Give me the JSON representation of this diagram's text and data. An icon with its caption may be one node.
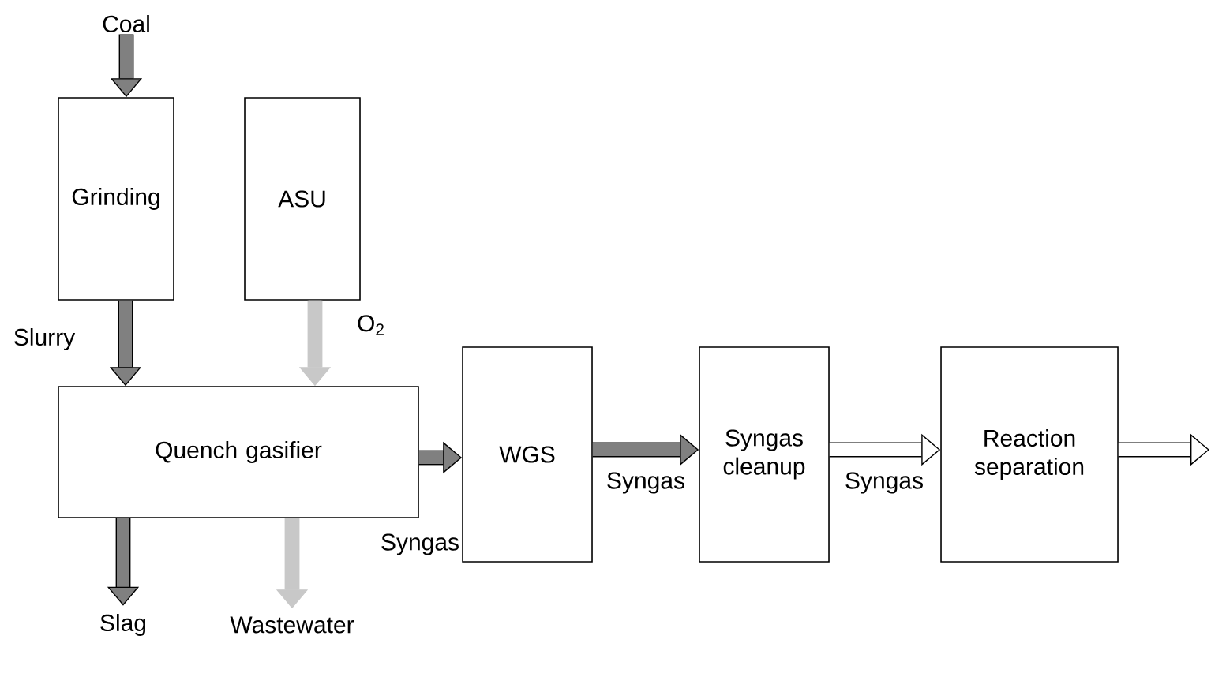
{
  "diagram": {
    "nodes": [
      {
        "text": [
          "Coal"
        ]
      },
      {
        "text": [
          "Grinding"
        ]
      },
      {
        "text": [
          "ASU"
        ]
      },
      {
        "text": [
          "Quench gasifier"
        ]
      },
      {
        "text": [
          "WGS"
        ]
      },
      {
        "text": [
          "Syngas cleanup"
        ]
      },
      {
        "text": [
          "Reaction separation"
        ]
      },
      {
        "text": [
          "Slag"
        ]
      },
      {
        "text": [
          "Wastewater"
        ]
      }
    ],
    "edges": [
      {
        "from": 0,
        "to": 1,
        "arrow": "to"
      },
      {
        "from": 1,
        "to": 3,
        "arrow": "to",
        "label": "Slurry"
      },
      {
        "from": 2,
        "to": 3,
        "arrow": "to",
        "label": "O$_{2}$",
        "color": "#c8c8c8"
      },
      {
        "from": 3,
        "to": 4,
        "arrow": "to",
        "label": "Syngas"
      },
      {
        "from": 4,
        "to": 5,
        "arrow": "to",
        "label": "Syngas"
      },
      {
        "from": 5,
        "to": 6,
        "arrow": "to",
        "label": "Syngas",
        "color": "#000000"
      },
      {
        "from": 6,
        "to": null,
        "arrow": "to",
        "color": "#000000"
      },
      {
        "from": 3,
        "to": 7,
        "arrow": "to"
      },
      {
        "from": 3,
        "to": 8,
        "arrow": "to",
        "color": "#c8c8c8"
      }
    ]
  }
}
